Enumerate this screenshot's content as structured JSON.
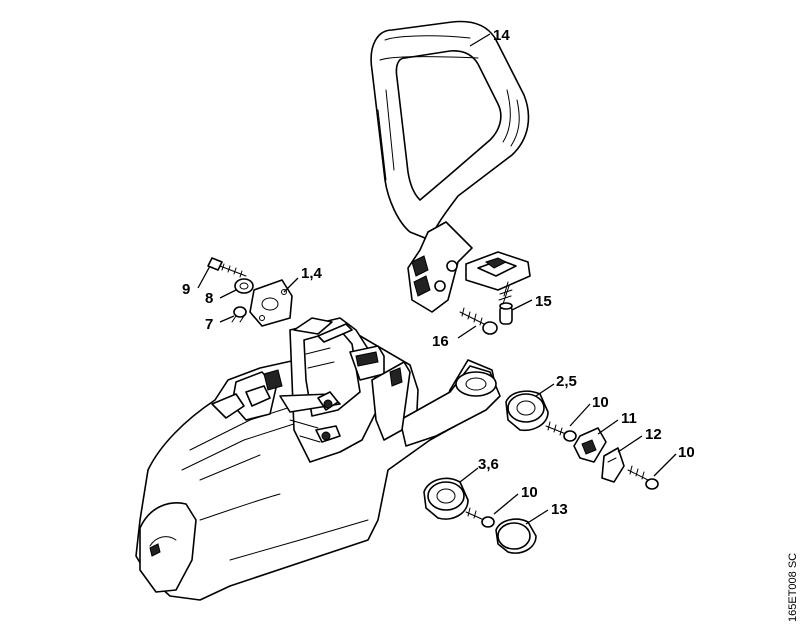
{
  "drawing_code": "165ET008 SC",
  "callouts": {
    "c14": "14",
    "c9": "9",
    "c8": "8",
    "c1_4": "1,4",
    "c7": "7",
    "c15": "15",
    "c16": "16",
    "c2_5": "2,5",
    "c10a": "10",
    "c11": "11",
    "c12": "12",
    "c10b": "10",
    "c3_6": "3,6",
    "c10c": "10",
    "c13": "13"
  }
}
